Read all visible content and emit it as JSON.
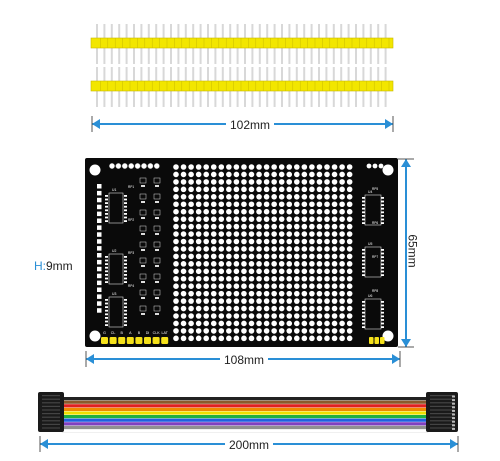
{
  "dimensions": {
    "header_length": "102mm",
    "board_width": "108mm",
    "board_height": "65mm",
    "board_thickness_prefix": "H:",
    "board_thickness_value": "9mm",
    "cable_length": "200mm"
  },
  "board_silkscreen": {
    "bottom_pins": [
      "G",
      "CL",
      "B",
      "A",
      "B",
      "DI",
      "CLK",
      "LAT"
    ],
    "chip_labels": [
      "U1",
      "U2",
      "U3",
      "U4",
      "U5",
      "U6"
    ],
    "res_labels": [
      "RP1",
      "RP2",
      "RP3",
      "RP4",
      "RP5",
      "RP6",
      "RP7",
      "RP8"
    ]
  },
  "colors": {
    "accent": "#2a8fd6",
    "pcb": "#0a0a0a",
    "pin_plastic": "#f2e600",
    "pad_gold": "#f5e11a",
    "ribbon": [
      "#222222",
      "#8b5a2b",
      "#e02020",
      "#f08a00",
      "#f0e000",
      "#20b040",
      "#2060e0",
      "#8040c0",
      "#909090",
      "#ffffff"
    ]
  }
}
